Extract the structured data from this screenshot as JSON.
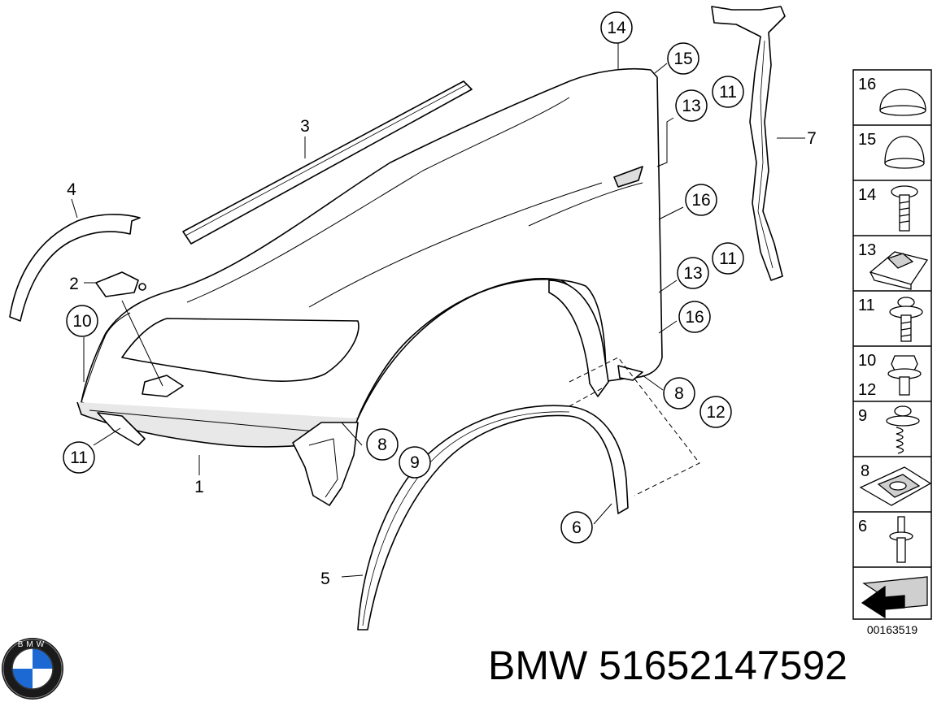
{
  "brand_caption": "BMW",
  "part_number": "51652147592",
  "diagram_code": "00163519",
  "logo_letters": "BMW",
  "callouts": [
    {
      "id": "c14",
      "label": "14"
    },
    {
      "id": "c15",
      "label": "15"
    },
    {
      "id": "c11a",
      "label": "11"
    },
    {
      "id": "c13a",
      "label": "13"
    },
    {
      "id": "c16a",
      "label": "16"
    },
    {
      "id": "c11b",
      "label": "11"
    },
    {
      "id": "c13b",
      "label": "13"
    },
    {
      "id": "c16b",
      "label": "16"
    },
    {
      "id": "c10",
      "label": "10"
    },
    {
      "id": "c8a",
      "label": "8"
    },
    {
      "id": "c12",
      "label": "12"
    },
    {
      "id": "c8b",
      "label": "8"
    },
    {
      "id": "c9",
      "label": "9"
    },
    {
      "id": "c11c",
      "label": "11"
    },
    {
      "id": "c6",
      "label": "6"
    }
  ],
  "plain_labels": [
    {
      "id": "l1",
      "label": "1"
    },
    {
      "id": "l2",
      "label": "2"
    },
    {
      "id": "l3",
      "label": "3"
    },
    {
      "id": "l4",
      "label": "4"
    },
    {
      "id": "l5",
      "label": "5"
    },
    {
      "id": "l7",
      "label": "7"
    }
  ],
  "side_panel": [
    {
      "label": "16"
    },
    {
      "label": "15"
    },
    {
      "label": "14"
    },
    {
      "label": "13"
    },
    {
      "label": "11"
    },
    {
      "label": "10",
      "label2": "12"
    },
    {
      "label": "9"
    },
    {
      "label": "8"
    },
    {
      "label": "6"
    }
  ],
  "colors": {
    "line": "#000000",
    "fill": "#ffffff",
    "shade": "#cfcfcf"
  }
}
